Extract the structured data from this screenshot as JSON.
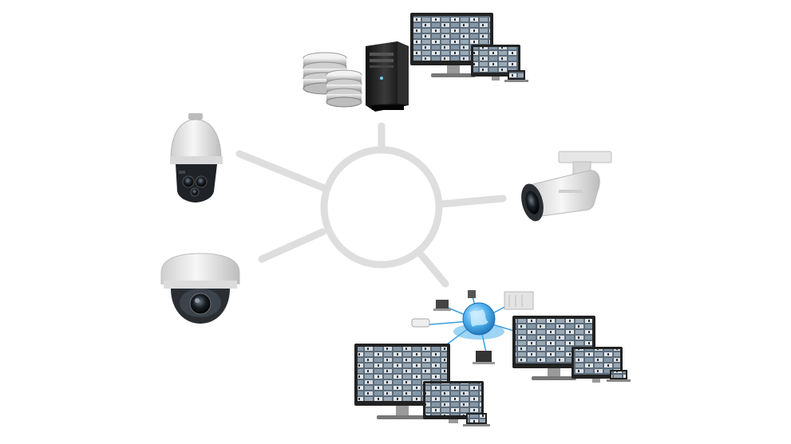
{
  "diagram": {
    "hub": {
      "ring_color": "#dedede"
    },
    "nodes": [
      {
        "id": "storage-server",
        "icon": "storage-server-icon"
      },
      {
        "id": "monitor-wall-top",
        "icon": "monitor-wall-icon"
      },
      {
        "id": "ptz-camera",
        "icon": "ptz-camera-icon"
      },
      {
        "id": "bullet-camera",
        "icon": "bullet-camera-icon"
      },
      {
        "id": "dome-camera",
        "icon": "dome-camera-icon"
      },
      {
        "id": "network-globe",
        "icon": "network-globe-icon"
      },
      {
        "id": "monitor-wall-bottom",
        "icon": "monitor-wall-icon"
      }
    ]
  },
  "colors": {
    "connector": "#dedede",
    "device_body": "#e9e9e9",
    "device_dark": "#2b2b2b",
    "globe": "#3a9ee0",
    "screen": "#3c4a57",
    "monitor_frame": "#222222"
  }
}
